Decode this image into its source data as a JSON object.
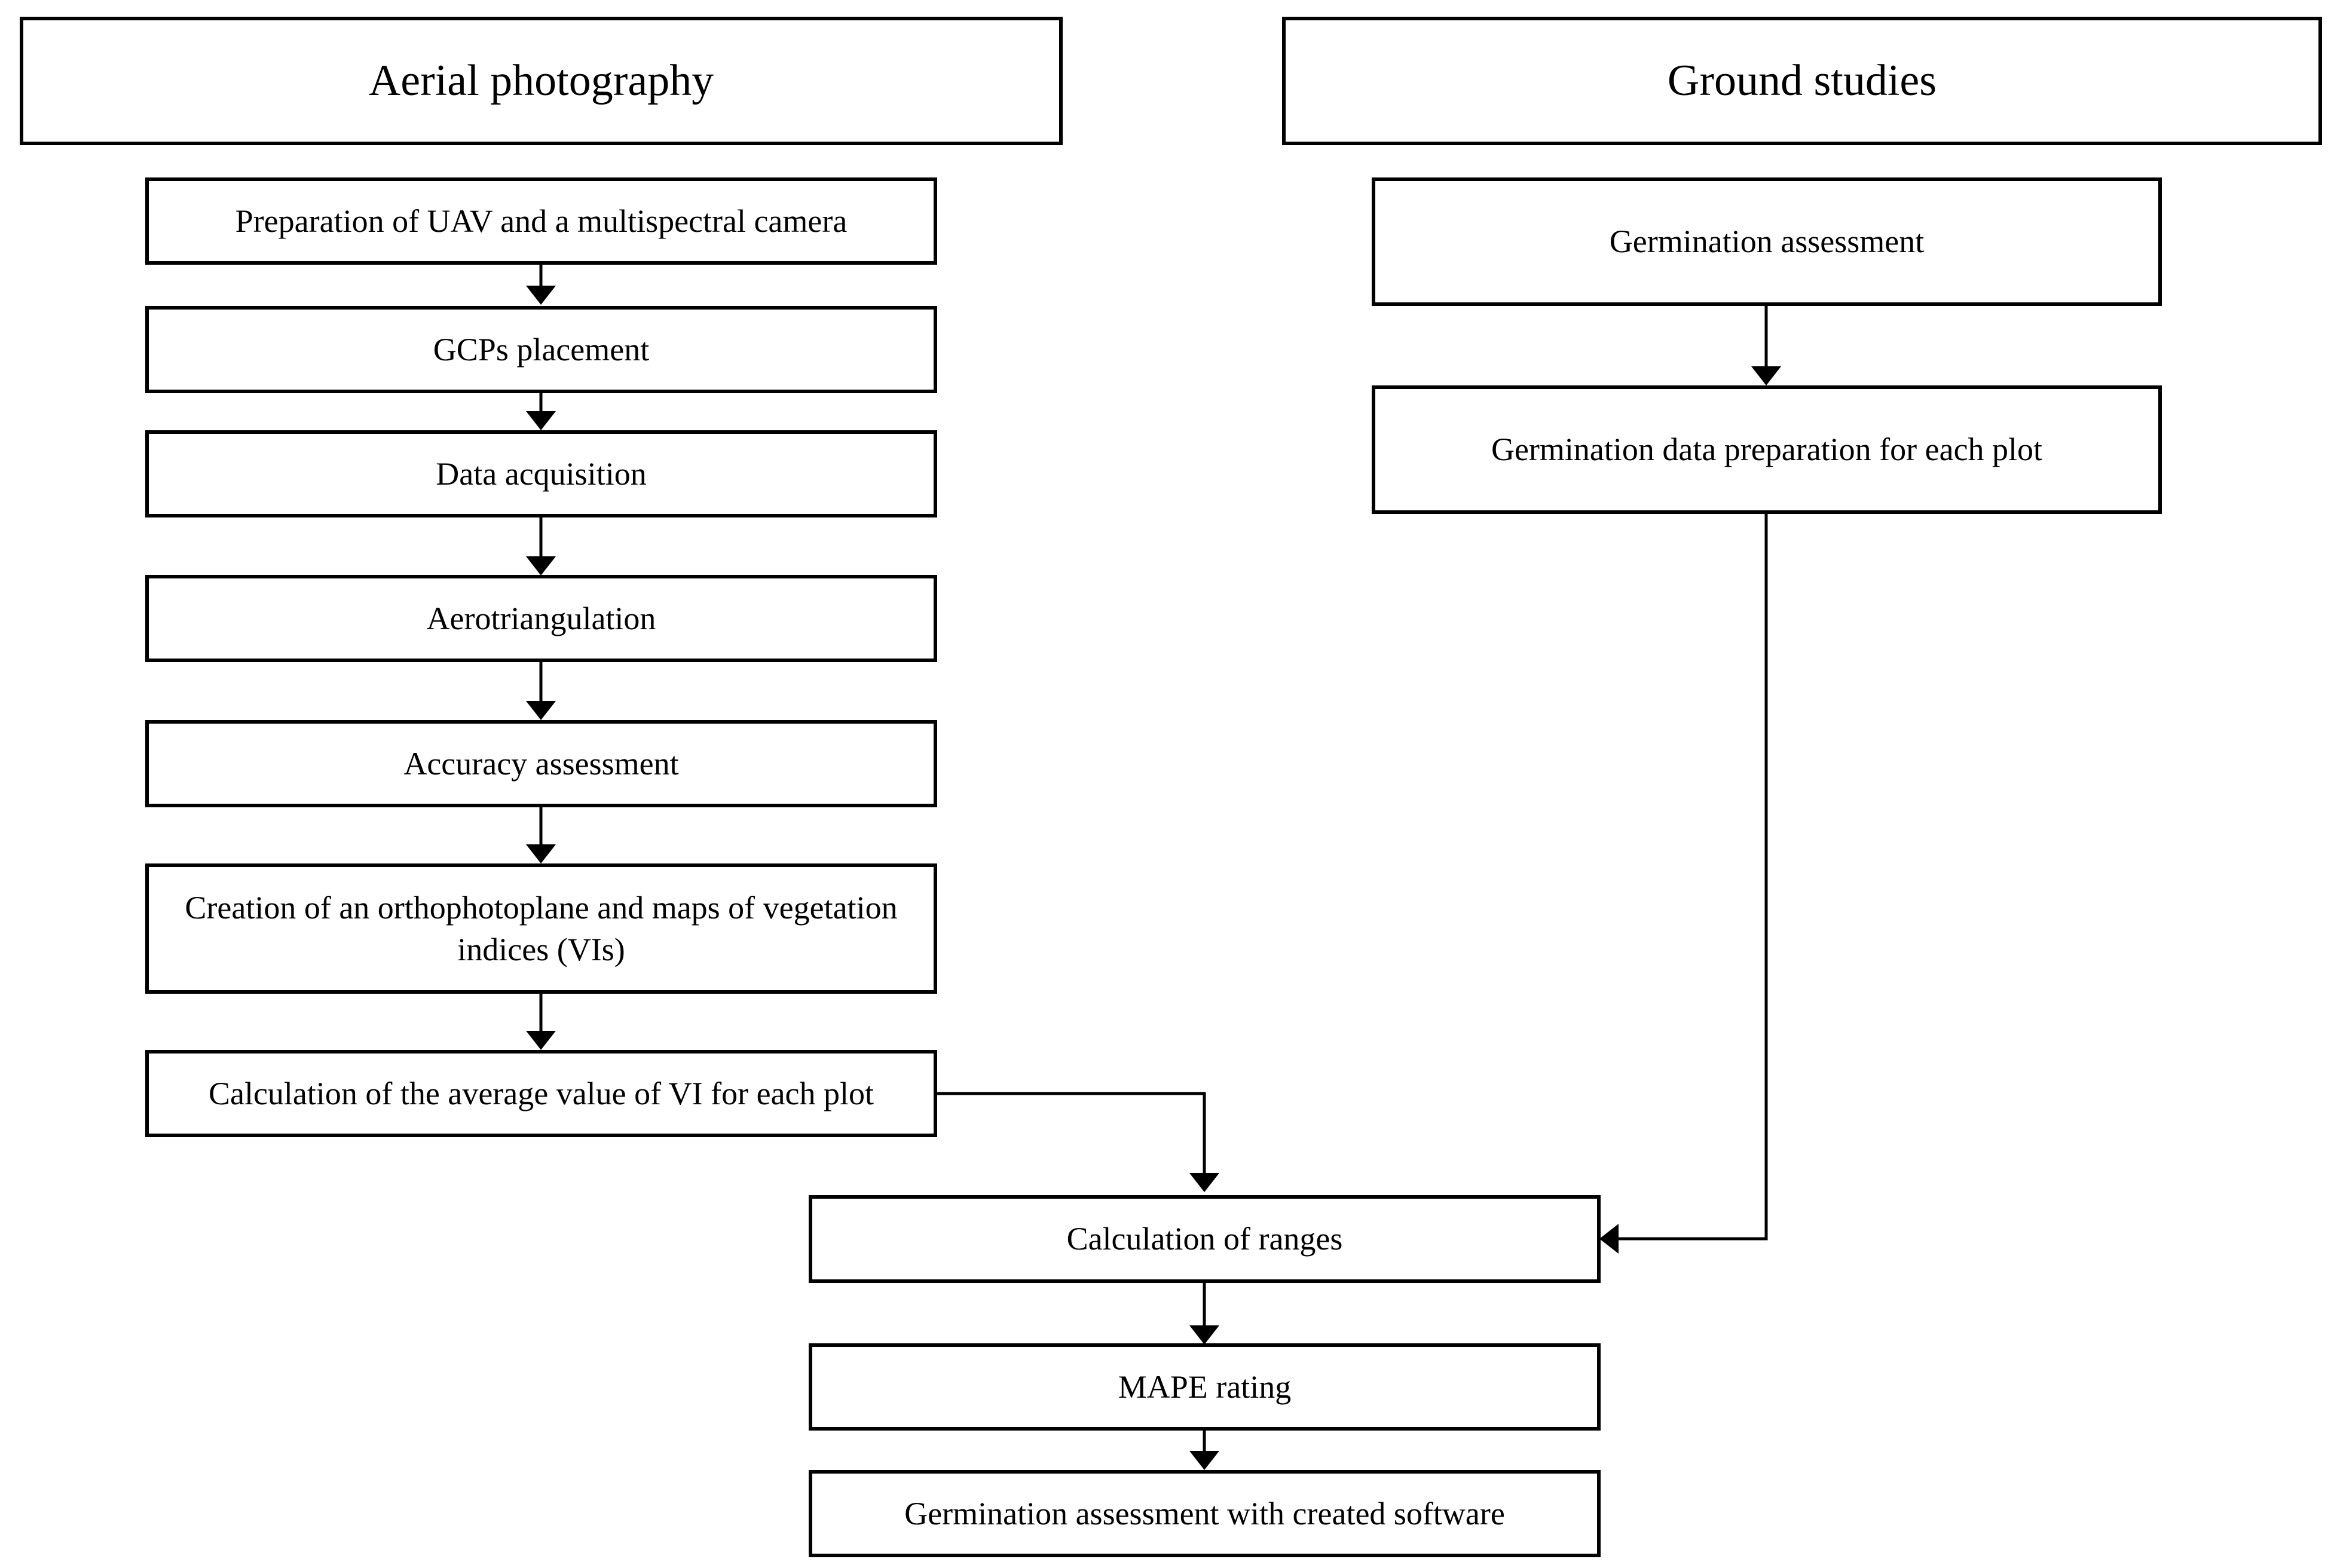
{
  "columns": {
    "aerial": {
      "title": "Aerial photography",
      "steps": [
        "Preparation of UAV and a multispectral camera",
        "GCPs placement",
        "Data acquisition",
        "Aerotriangulation",
        "Accuracy assessment",
        "Creation of an orthophotoplane and maps of vegetation indices (VIs)",
        "Calculation of the average value of VI for each plot"
      ]
    },
    "ground": {
      "title": "Ground studies",
      "steps": [
        "Germination assessment",
        "Germination data preparation for each plot"
      ]
    }
  },
  "merged_steps": [
    "Calculation of ranges",
    "MAPE rating",
    "Germination assessment with created software"
  ],
  "colors": {
    "line": "#000000",
    "box_fill": "#ffffff"
  }
}
